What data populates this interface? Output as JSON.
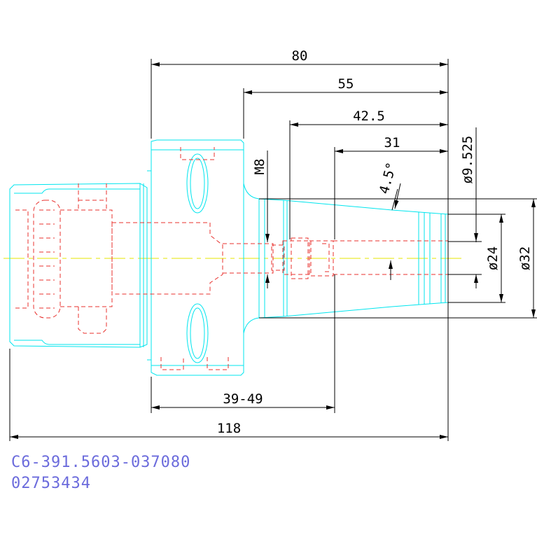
{
  "dimensions": {
    "d80": "80",
    "d55": "55",
    "d42_5": "42.5",
    "d31": "31",
    "d118": "118",
    "d39_49": "39-49",
    "thread": "M8",
    "angle": "4.5°",
    "dia_9525": "ø9.525",
    "dia_24": "ø24",
    "dia_32": "ø32"
  },
  "part": {
    "number": "C6-391.5603-037080",
    "code": "02753434"
  },
  "colors": {
    "outline": "#00e5ee",
    "hidden": "#e8312e",
    "centerline": "#e6e600",
    "dimension": "#000000",
    "caption": "#6b6bdc"
  }
}
